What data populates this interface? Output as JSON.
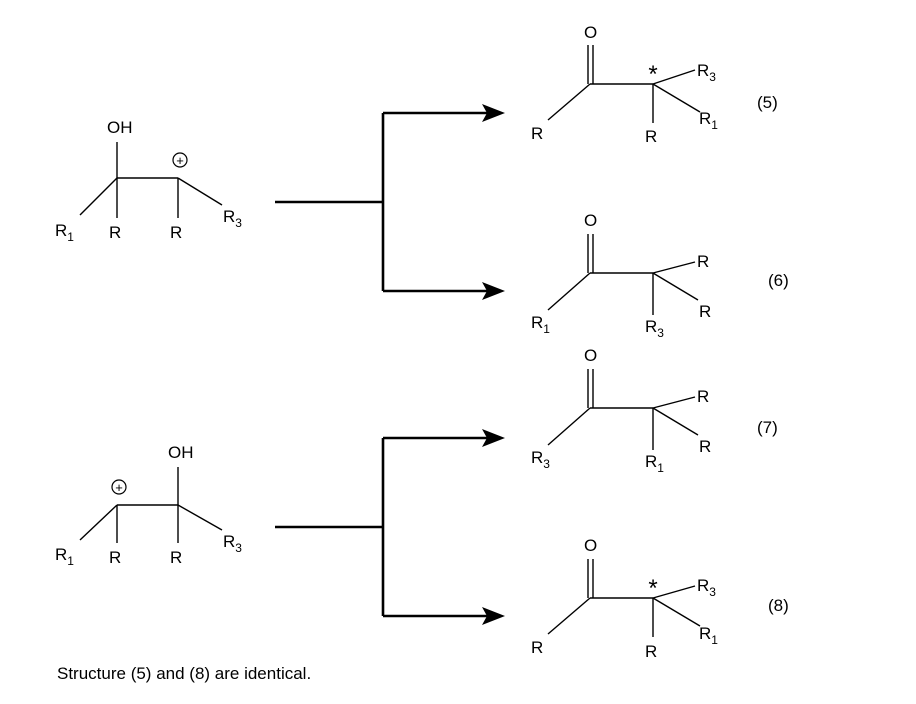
{
  "labels": {
    "oh": "OH",
    "o": "O",
    "r": "R",
    "r1": "R",
    "r3": "R",
    "sub1": "1",
    "sub3": "3",
    "plus": "+",
    "star": "*"
  },
  "products": [
    {
      "number": "(5)"
    },
    {
      "number": "(6)"
    },
    {
      "number": "(7)"
    },
    {
      "number": "(8)"
    }
  ],
  "note": "Structure (5) and (8) are identical."
}
